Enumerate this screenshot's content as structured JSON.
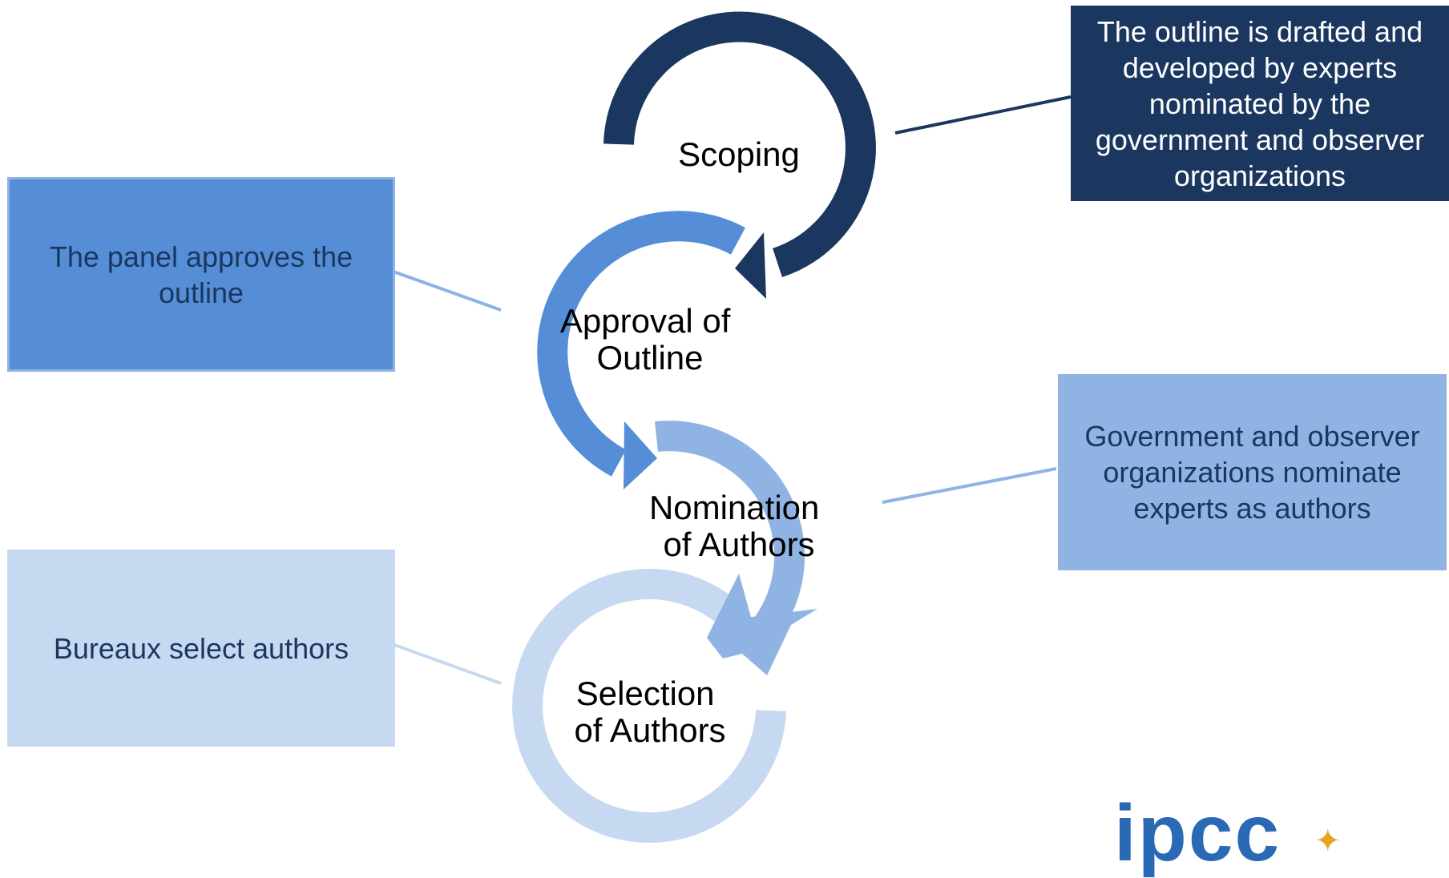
{
  "stages": [
    {
      "id": "scoping",
      "lines": [
        "Scoping"
      ],
      "color": "#1b3760"
    },
    {
      "id": "approval",
      "lines": [
        "Approval of",
        "Outline"
      ],
      "color": "#558ed6"
    },
    {
      "id": "nomination",
      "lines": [
        "Nomination",
        "of Authors"
      ],
      "color": "#8fb3e2"
    },
    {
      "id": "selection",
      "lines": [
        "Selection",
        "of Authors"
      ],
      "color": "#c6d9f1"
    }
  ],
  "notes": {
    "scoping": [
      "The outline is drafted and",
      "developed by experts",
      "nominated by the",
      "government and observer",
      "organizations"
    ],
    "approval": [
      "The panel approves the",
      "outline"
    ],
    "nomination": [
      "Government and observer",
      "organizations nominate",
      "experts as authors"
    ],
    "selection": [
      "Bureaux select authors"
    ]
  },
  "logo": {
    "text": "ipcc",
    "mark": "sun-star-icon"
  }
}
